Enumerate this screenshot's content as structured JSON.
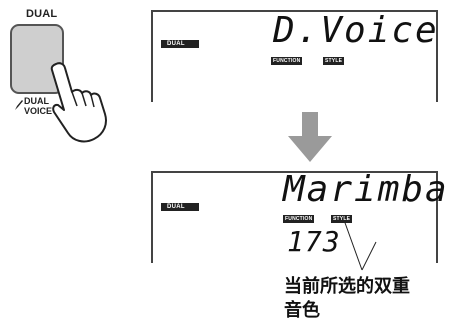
{
  "button": {
    "label": "DUAL",
    "sublabel_line1": "DUAL",
    "sublabel_line2": "VOICE",
    "icon": "hand-pointer-icon"
  },
  "display_before": {
    "dual_indicator": "DUAL",
    "main_text": "D.Voice",
    "indicators": [
      "FUNCTION",
      "STYLE"
    ]
  },
  "arrow": {
    "icon": "down-arrow-icon",
    "color": "#9a9a9a"
  },
  "display_after": {
    "dual_indicator": "DUAL",
    "main_text": "Marimba",
    "indicators": [
      "FUNCTION",
      "STYLE"
    ],
    "voice_number": "173"
  },
  "caption": {
    "line1": "当前所选的双重",
    "line2": "音色"
  }
}
